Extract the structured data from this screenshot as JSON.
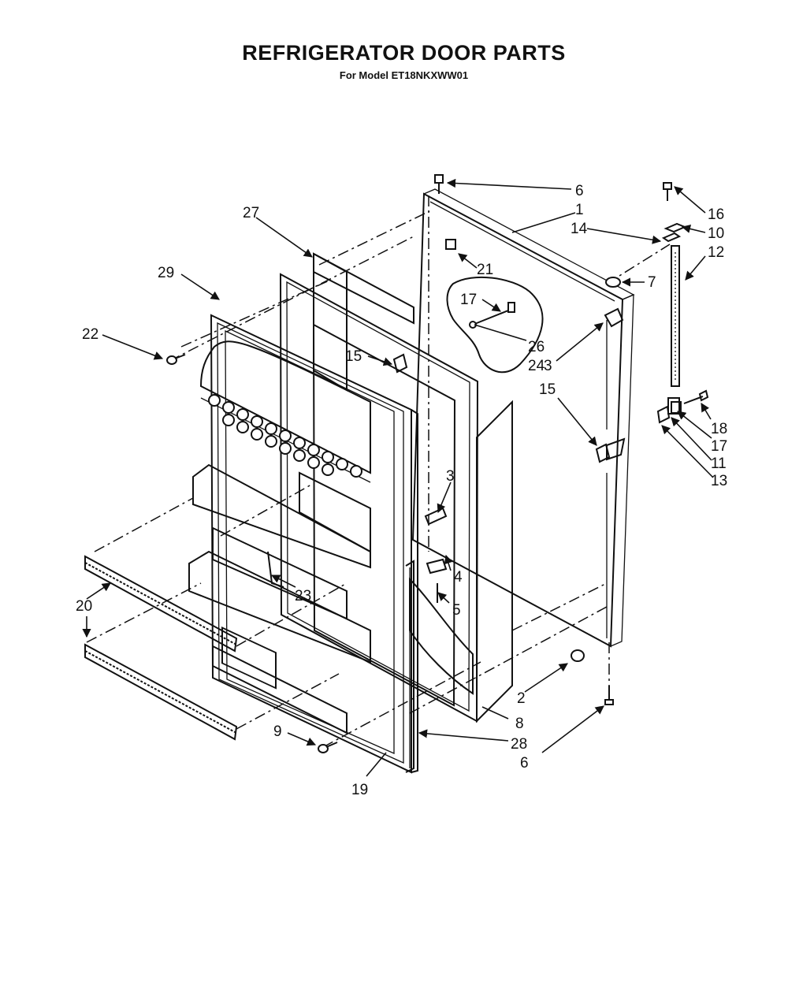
{
  "title": "REFRIGERATOR DOOR PARTS",
  "subtitle": "For Model ET18NKXWW01",
  "callouts": [
    "6",
    "1",
    "14",
    "16",
    "10",
    "12",
    "27",
    "21",
    "7",
    "29",
    "17",
    "22",
    "26",
    "15",
    "24",
    "3",
    "15",
    "18",
    "17",
    "11",
    "13",
    "3",
    "4",
    "23",
    "20",
    "5",
    "2",
    "8",
    "9",
    "28",
    "6",
    "19"
  ]
}
